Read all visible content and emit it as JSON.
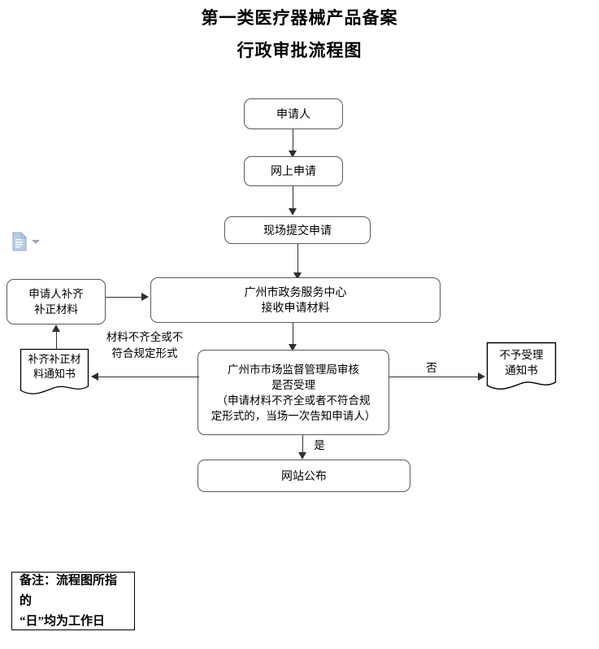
{
  "title": {
    "line1": "第一类医疗器械产品备案",
    "line2": "行政审批流程图"
  },
  "nodes": {
    "applicant": "申请人",
    "online_application": "网上申请",
    "onsite_submission": "现场提交申请",
    "service_center": "广州市政务服务中心\n接收申请材料",
    "review_decision": "广州市市场监督管理局审核\n是否受理\n（申请材料不齐全或者不符合规\n定形式的，当场一次告知申请人）",
    "website_publish": "网站公布",
    "applicant_supplement": "申请人补齐\n补正材料"
  },
  "documents": {
    "supplement_notice": "补齐补正材\n料通知书",
    "rejection_notice": "不予受理\n通知书"
  },
  "edge_labels": {
    "material_incomplete": "材料不齐全或不\n符合规定形式",
    "no": "否",
    "yes": "是"
  },
  "note": {
    "text": "备注：流程图所指的\n“日”均为工作日"
  },
  "icons": {
    "document_icon_name": "document-icon",
    "dropdown_caret_name": "chevron-down-icon",
    "document_icon_color": "#b8cce4"
  },
  "colors": {
    "box_border": "#5a5a5a",
    "line": "#2f2f2f",
    "note_border": "#000000",
    "background": "#ffffff"
  }
}
